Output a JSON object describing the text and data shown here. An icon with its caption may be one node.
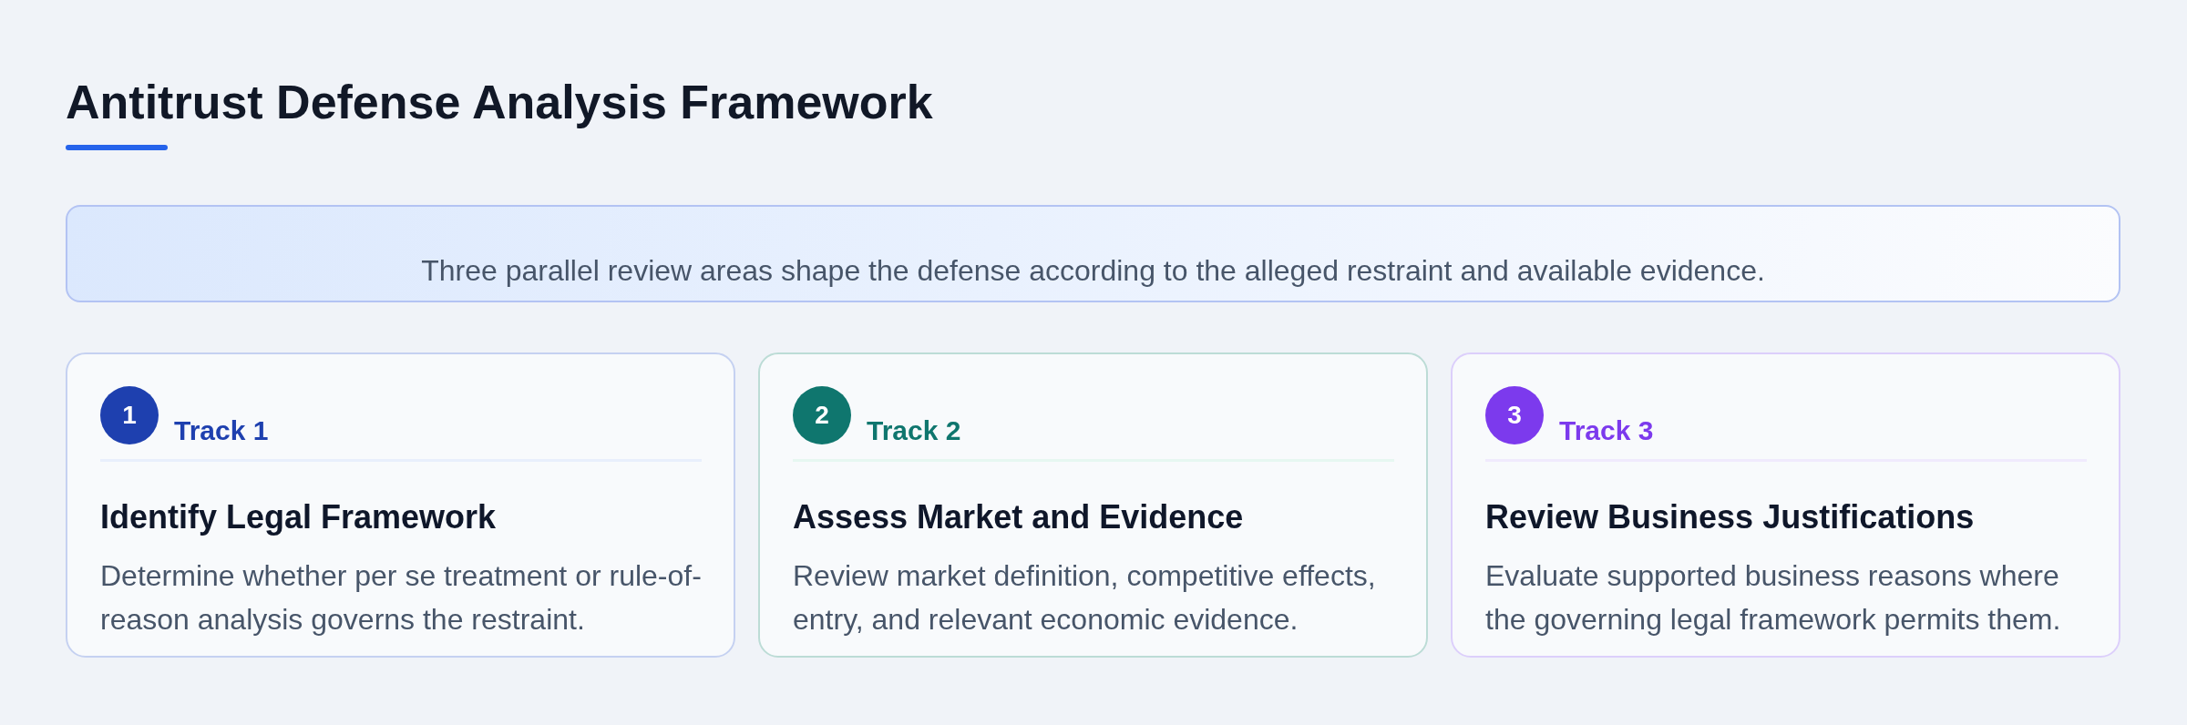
{
  "diagram": {
    "title": "Antitrust Defense Analysis Framework",
    "nodes": [
      {
        "text": [
          "Three parallel review areas shape the defense according to the alleged restraint and available evidence."
        ]
      },
      {
        "text": [
          "Track 1",
          "Identify Legal Framework",
          "Determine whether per se treatment or rule-of-reason analysis governs the restraint."
        ]
      },
      {
        "text": [
          "1"
        ],
        "in": 1
      },
      {
        "text": [
          "Track 2",
          "Assess Market and Evidence",
          "Review market definition, competitive effects, entry, and relevant economic evidence."
        ]
      },
      {
        "text": [
          "2"
        ],
        "in": 3
      },
      {
        "text": [
          "Track 3",
          "Review Business Justifications",
          "Evaluate supported business reasons where the governing legal framework permits them."
        ]
      },
      {
        "text": [
          "3"
        ],
        "in": 5
      }
    ]
  }
}
